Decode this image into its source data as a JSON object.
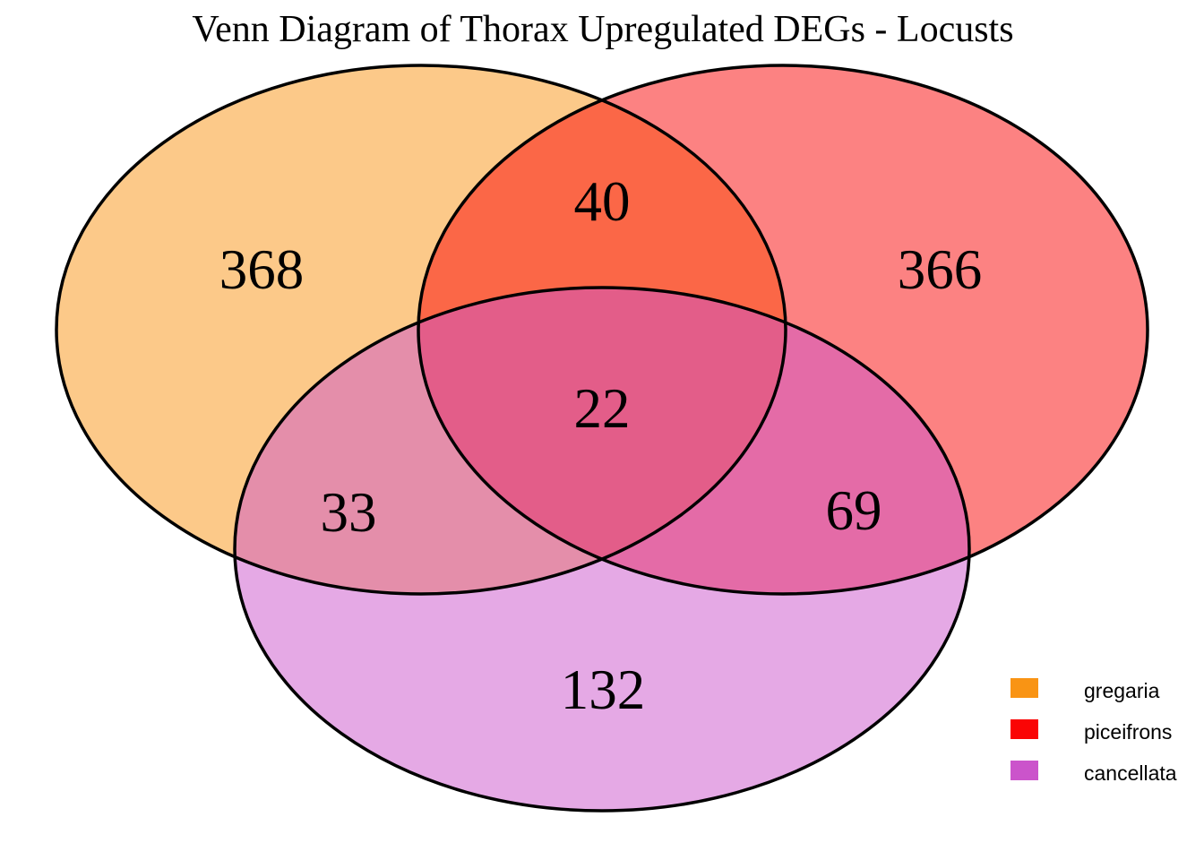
{
  "title": "Venn Diagram of Thorax Upregulated DEGs - Locusts",
  "chart_data": {
    "type": "venn",
    "title": "Venn Diagram of Thorax Upregulated DEGs - Locusts",
    "sets": [
      "gregaria",
      "piceifrons",
      "cancellata"
    ],
    "set_colors": {
      "gregaria": "#F99414",
      "piceifrons": "#FA0505",
      "cancellata": "#CB54CB"
    },
    "fill_opacity": 0.5,
    "outline_color": "#000000",
    "background": "#FFFFFF",
    "regions": {
      "gregaria_only": 368,
      "piceifrons_only": 366,
      "cancellata_only": 132,
      "gregaria_piceifrons": 40,
      "gregaria_cancellata": 33,
      "piceifrons_cancellata": 69,
      "gregaria_piceifrons_cancellata": 22
    }
  },
  "legend": {
    "position": "bottom-right",
    "items": [
      {
        "label": "gregaria",
        "color": "#F99414"
      },
      {
        "label": "piceifrons",
        "color": "#FA0505"
      },
      {
        "label": "cancellata",
        "color": "#CB54CB"
      }
    ]
  }
}
